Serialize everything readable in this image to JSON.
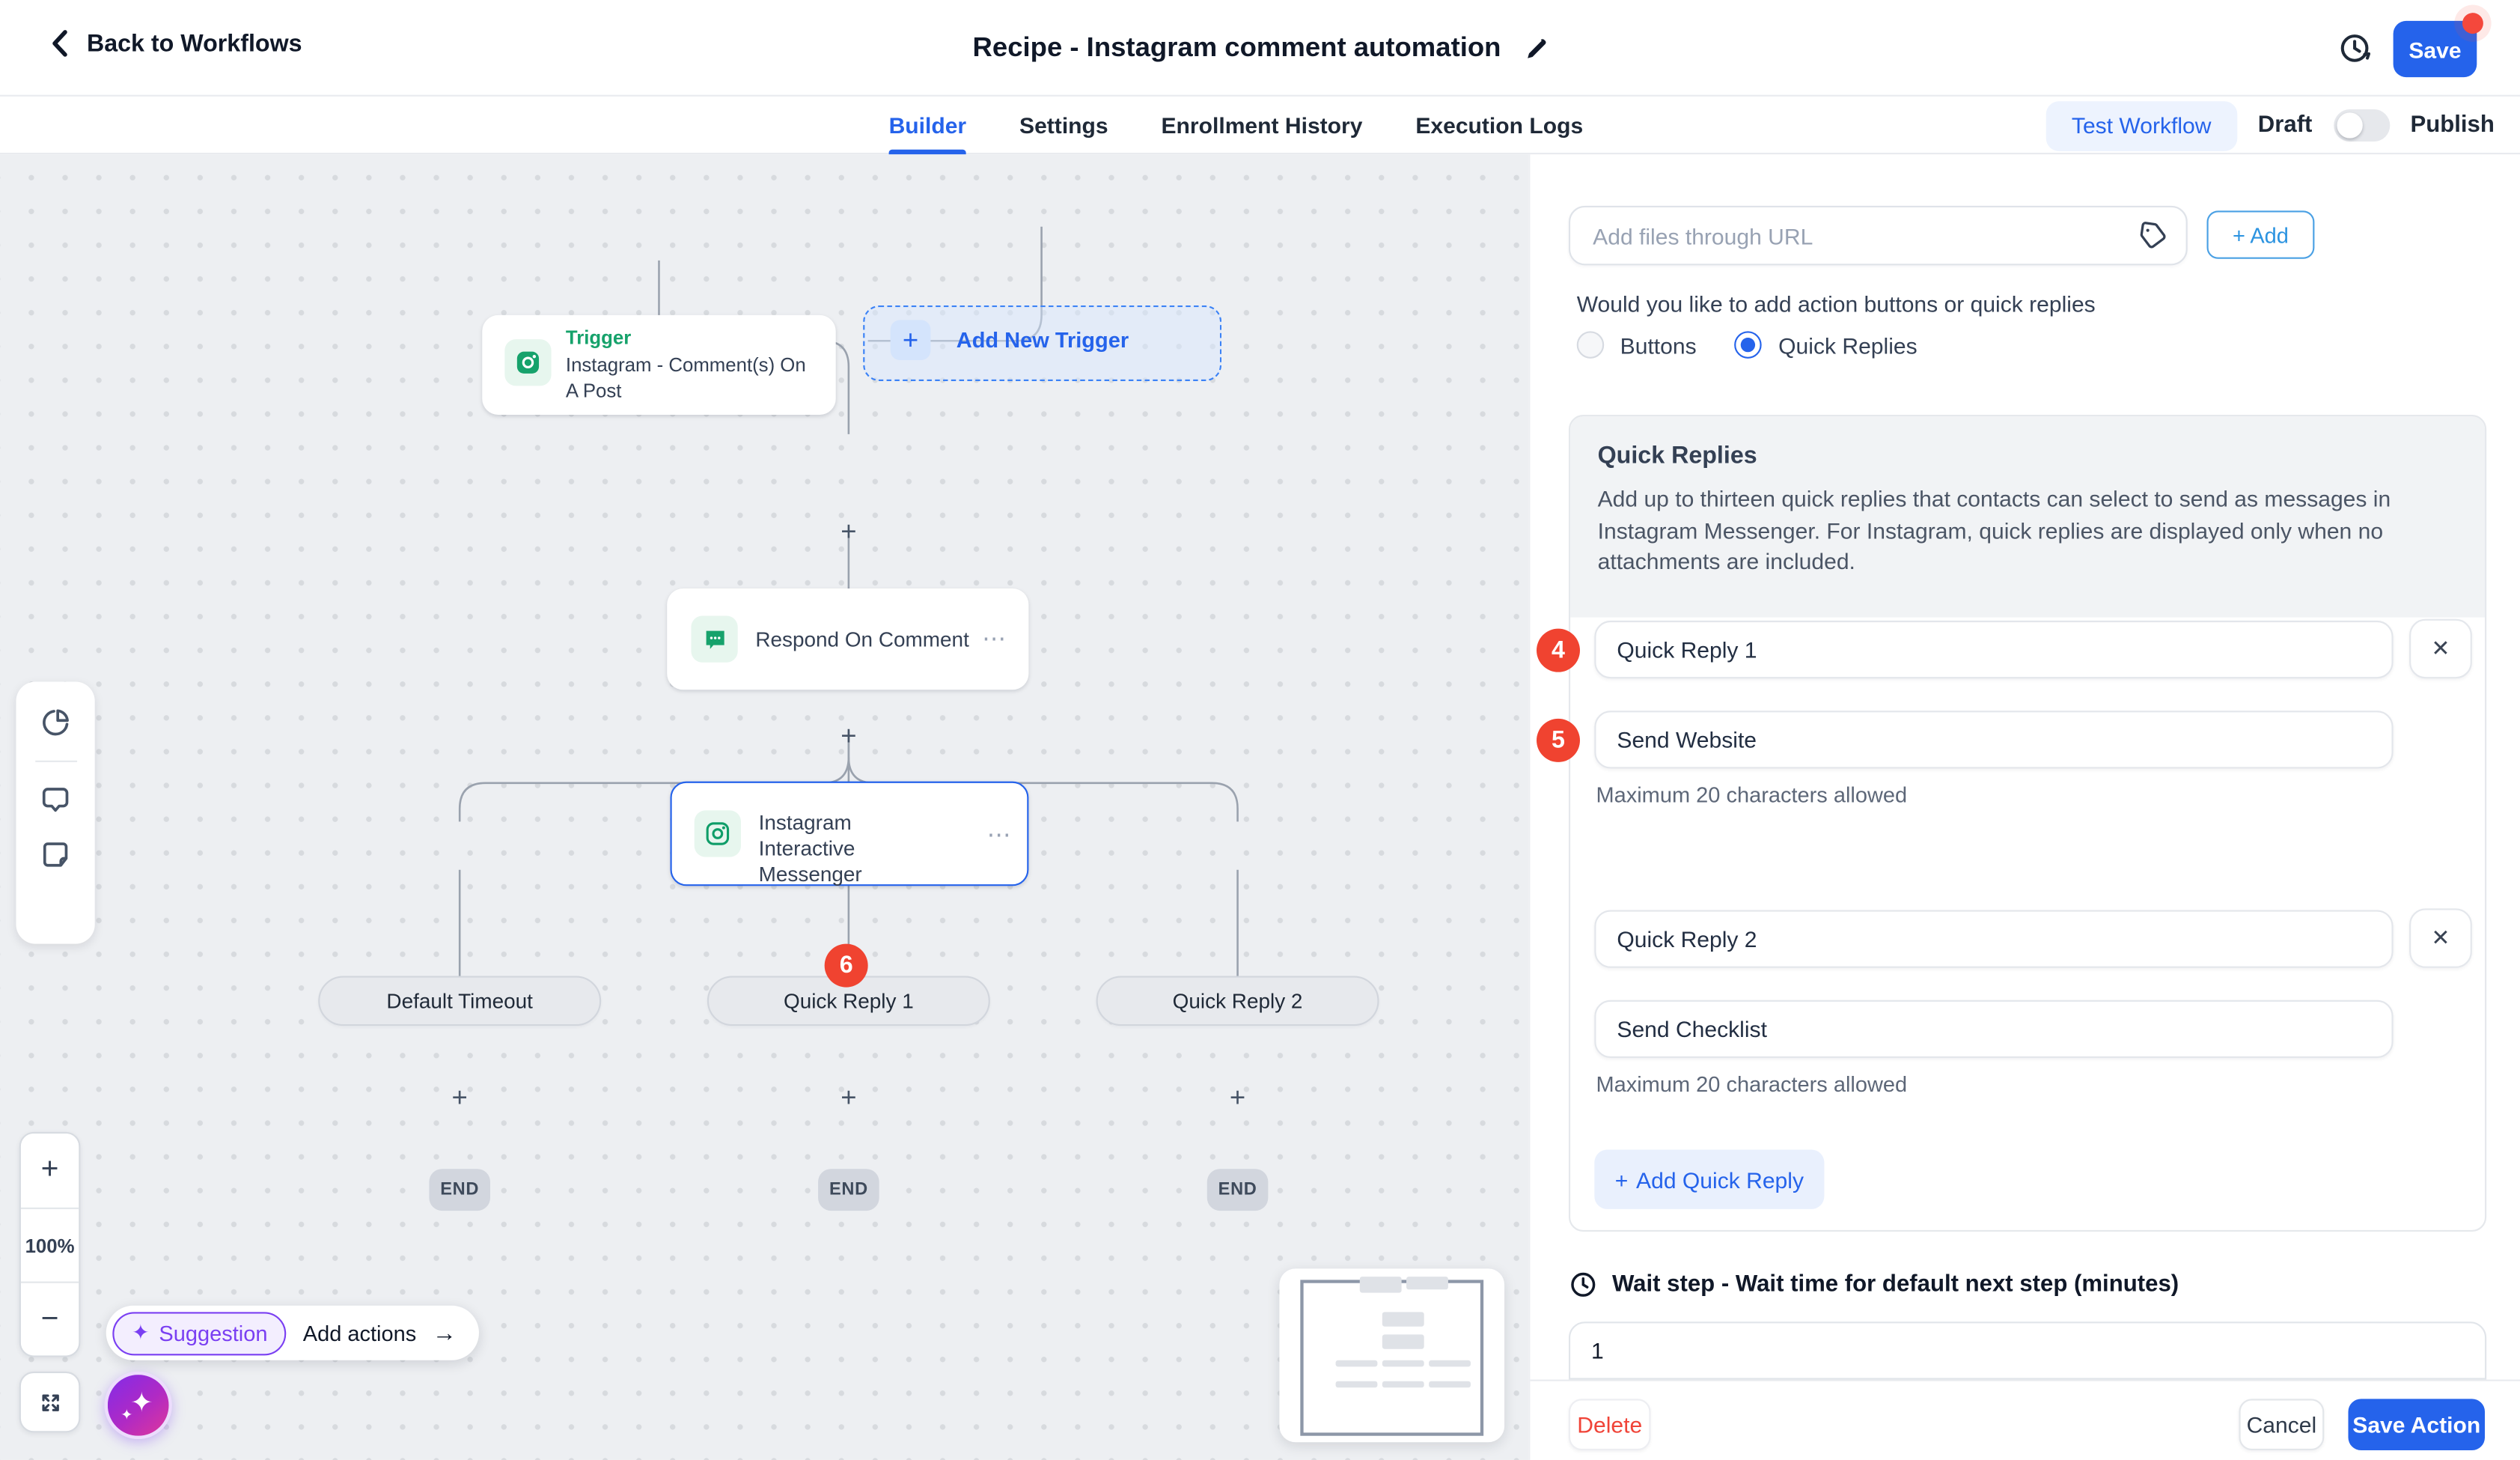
{
  "header": {
    "back_label": "Back to Workflows",
    "title": "Recipe - Instagram comment automation",
    "save_label": "Save"
  },
  "tabs": {
    "items": [
      "Builder",
      "Settings",
      "Enrollment History",
      "Execution Logs"
    ],
    "active": "Builder",
    "test_workflow_label": "Test Workflow",
    "draft_label": "Draft",
    "publish_label": "Publish"
  },
  "canvas": {
    "zoom_level": "100%",
    "trigger_kind": "Trigger",
    "trigger_title": "Instagram - Comment(s) On A Post",
    "add_trigger_label": "Add New Trigger",
    "node_respond": "Respond On Comment",
    "node_messenger": "Instagram Interactive Messenger",
    "branch_default": "Default Timeout",
    "branch_qr1": "Quick Reply 1",
    "branch_qr2": "Quick Reply 2",
    "end_label": "END",
    "badge_6": "6",
    "suggestion_label": "Suggestion",
    "add_actions_label": "Add actions",
    "arrow": "→",
    "plus": "+",
    "ellipsis": "⋯"
  },
  "panel": {
    "url_placeholder": "Add files through URL",
    "add_button_label": "+ Add",
    "question": "Would you like to add action buttons or quick replies",
    "radio_buttons_label": "Buttons",
    "radio_quick_replies_label": "Quick Replies",
    "quick_replies": {
      "title": "Quick Replies",
      "description": "Add up to thirteen quick replies that contacts can select to send as messages in Instagram Messenger. For Instagram, quick replies are displayed only when no attachments are included.",
      "rows": [
        {
          "label_badge": "4",
          "message_badge": "5",
          "label": "Quick Reply 1",
          "message": "Send Website",
          "helper": "Maximum 20 characters allowed",
          "remove_label": "✕"
        },
        {
          "label": "Quick Reply 2",
          "message": "Send Checklist",
          "helper": "Maximum 20 characters allowed",
          "remove_label": "✕"
        }
      ],
      "add_label": "Add Quick Reply"
    },
    "wait_step_label": "Wait step - Wait time for default next step (minutes)",
    "wait_step_value": "1",
    "footer": {
      "delete": "Delete",
      "cancel": "Cancel",
      "save": "Save Action"
    }
  },
  "colors": {
    "primary_blue": "#2563eb",
    "badge_red": "#f04330",
    "green": "#16a26b",
    "sky_add": "#2b93e0"
  }
}
